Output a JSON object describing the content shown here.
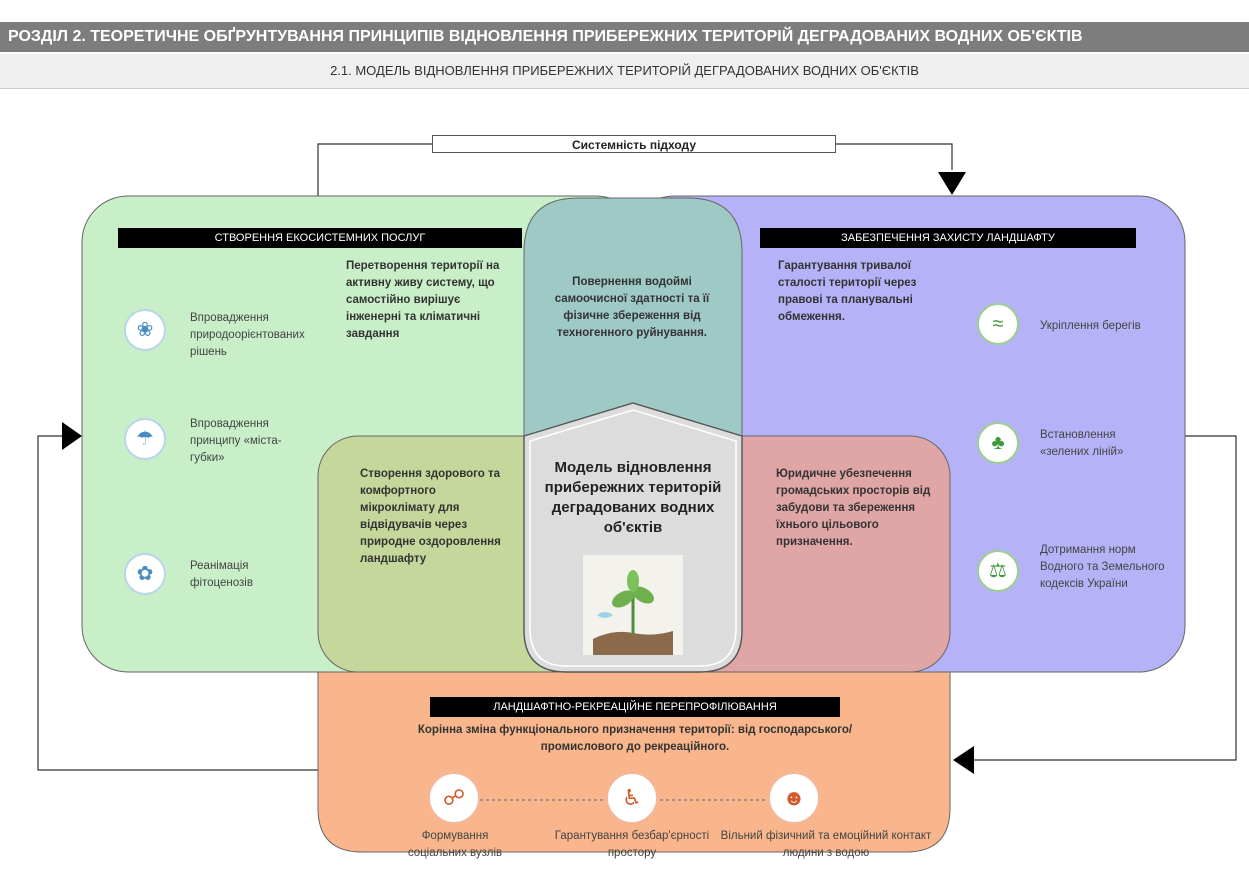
{
  "header": {
    "title": "РОЗДІЛ 2. ТЕОРЕТИЧНЕ ОБҐРУНТУВАННЯ ПРИНЦИПІВ ВІДНОВЛЕННЯ ПРИБЕРЕЖНИХ ТЕРИТОРІЙ ДЕГРАДОВАНИХ ВОДНИХ ОБ'ЄКТІВ",
    "subtitle": "2.1.  МОДЕЛЬ ВІДНОВЛЕННЯ ПРИБЕРЕЖНИХ ТЕРИТОРІЙ ДЕГРАДОВАНИХ ВОДНИХ ОБ'ЄКТІВ"
  },
  "top_label": "Системність підходу",
  "center": {
    "title": "Модель відновлення прибережних територій деградованих водних об'єктів",
    "top_text": "Повернення водоймі самоочисної здатності та її фізичне збереження від техногенного руйнування."
  },
  "green": {
    "heading": "СТВОРЕННЯ ЕКОСИСТЕМНИХ ПОСЛУГ",
    "description": "Перетворення території на активну живу систему, що самостійно вирішує інженерні та кліматичні завдання",
    "items": [
      {
        "label": "Впровадження природоорієнтованих рішень",
        "icon": "leaf-icon"
      },
      {
        "label": "Впровадження принципу «міста-губки»",
        "icon": "city-sponge-icon"
      },
      {
        "label": "Реанімація фітоценозів",
        "icon": "plant-icon"
      }
    ]
  },
  "purple": {
    "heading": "ЗАБЕЗПЕЧЕННЯ ЗАХИСТУ ЛАНДШАФТУ",
    "description": "Гарантування тривалої сталості території через правові та планувальні обмеження.",
    "items": [
      {
        "label": "Укріплення берегів",
        "icon": "shore-icon"
      },
      {
        "label": "Встановлення «зелених ліній»",
        "icon": "green-lines-icon"
      },
      {
        "label": "Дотримання норм Водного та Земельного кодексів України",
        "icon": "law-icon"
      }
    ]
  },
  "olive_text": "Створення здорового та комфортного мікроклімату для відвідувачів через природне оздоровлення ландшафту",
  "red_text": "Юридичне убезпечення громадських просторів від забудови та збереження їхнього цільового призначення.",
  "orange": {
    "heading": "ЛАНДШАФТНО-РЕКРЕАЦІЙНЕ ПЕРЕПРОФІЛЮВАННЯ",
    "description": "Корінна зміна функціонального призначення території: від господарського/промислового до рекреаційного.",
    "items": [
      {
        "label": "Формування соціальних вузлів",
        "icon": "network-icon"
      },
      {
        "label": "Гарантування безбар'єрності простору",
        "icon": "accessibility-icon"
      },
      {
        "label": "Вільний фізичний та емоційний контакт людини з водою",
        "icon": "water-contact-icon"
      }
    ]
  },
  "colors": {
    "green": "#c9efc9",
    "purple": "#b6b2f8",
    "teal": "#9ec9c5",
    "olive": "#c6d79b",
    "red": "#e0a5a5",
    "orange": "#f9b68c",
    "header": "#7d7d7d"
  }
}
